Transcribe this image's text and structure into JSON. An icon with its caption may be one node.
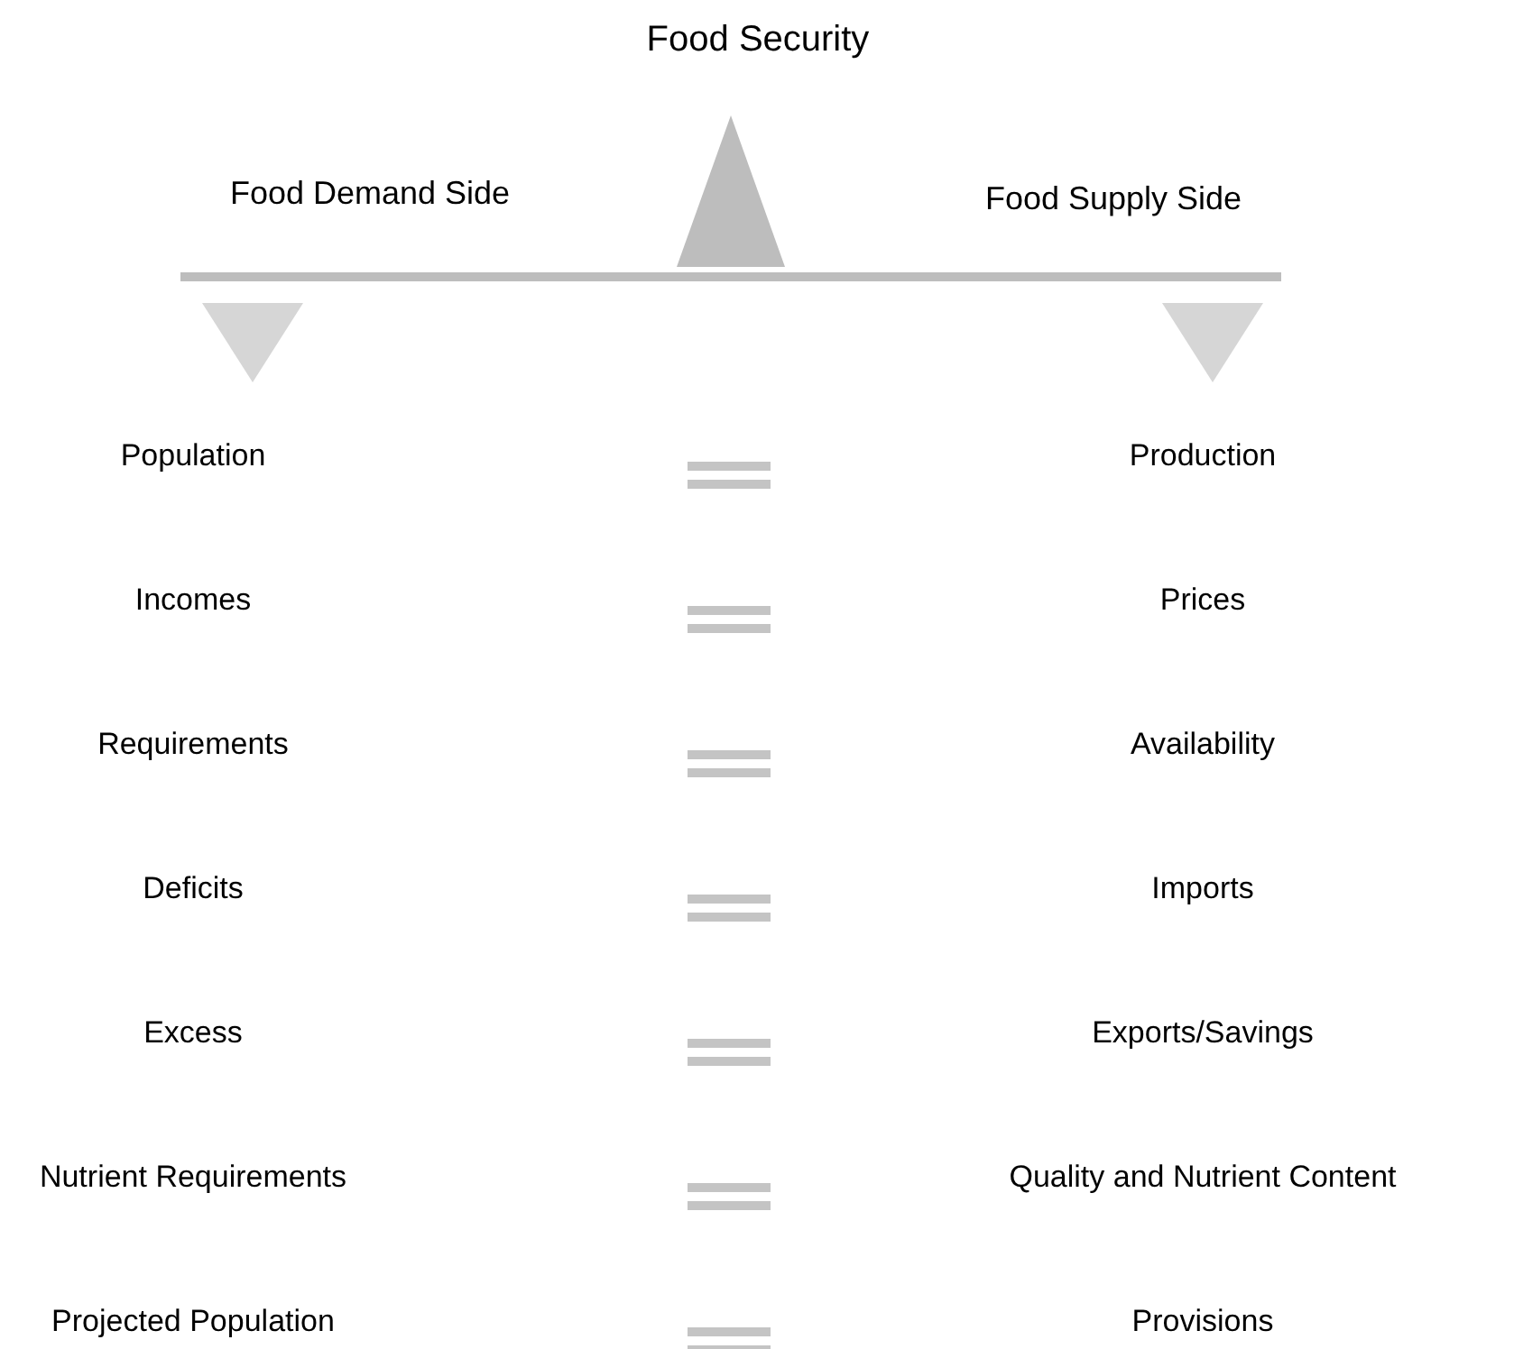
{
  "diagram": {
    "title": "Food Security",
    "labels": [
      "Food Demand Side",
      "Food Supply Side",
      "Population",
      "Production",
      "Incomes",
      "Prices",
      "Requirements",
      "Availability",
      "Deficits",
      "Imports",
      "Excess",
      "Exports/Savings",
      "Nutrient Requirements",
      "Quality and Nutrient Content",
      "Projected Population",
      "Provisions"
    ]
  }
}
